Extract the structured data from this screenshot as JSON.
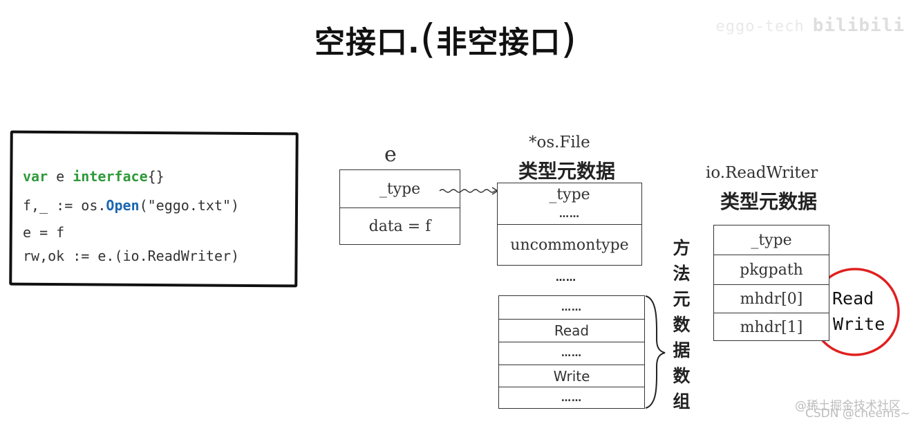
{
  "title": {
    "main": "空接口.",
    "open_paren": "(",
    "sub": "非空接口",
    "close_paren": ")"
  },
  "watermark_top": {
    "text": "eggo-tech",
    "logo": "bilibili"
  },
  "code": {
    "line1": {
      "kw1": "var",
      "mid": " e ",
      "kw2": "interface",
      "end": "{}"
    },
    "line2": {
      "pre": "f,_ := os.",
      "fn": "Open",
      "post": "(\"eggo.txt\")"
    },
    "line3": "e = f",
    "line4": "rw,ok := e.(io.ReadWriter)"
  },
  "e_struct": {
    "label": "e",
    "fields": [
      "_type",
      "data = f"
    ]
  },
  "osfile": {
    "label": "*os.File",
    "caption": "类型元数据",
    "fields": [
      "_type",
      "……",
      "uncommontype"
    ],
    "between_dots": "……"
  },
  "methods": {
    "rows": [
      "……",
      "Read",
      "……",
      "Write",
      "……"
    ],
    "caption_chars": [
      "方",
      "法",
      "元",
      "数",
      "据",
      "数",
      "组"
    ]
  },
  "readwriter": {
    "label": "io.ReadWriter",
    "caption": "类型元数据",
    "fields": [
      "_type",
      "pkgpath",
      "mhdr[0]",
      "mhdr[1]"
    ]
  },
  "annotation": {
    "read": "Read",
    "write": "Write",
    "circle_color": "#e02020"
  },
  "watermark_bottom": {
    "line1": "@稀土掘金技术社区",
    "line2": "CSDN @cheems~"
  }
}
